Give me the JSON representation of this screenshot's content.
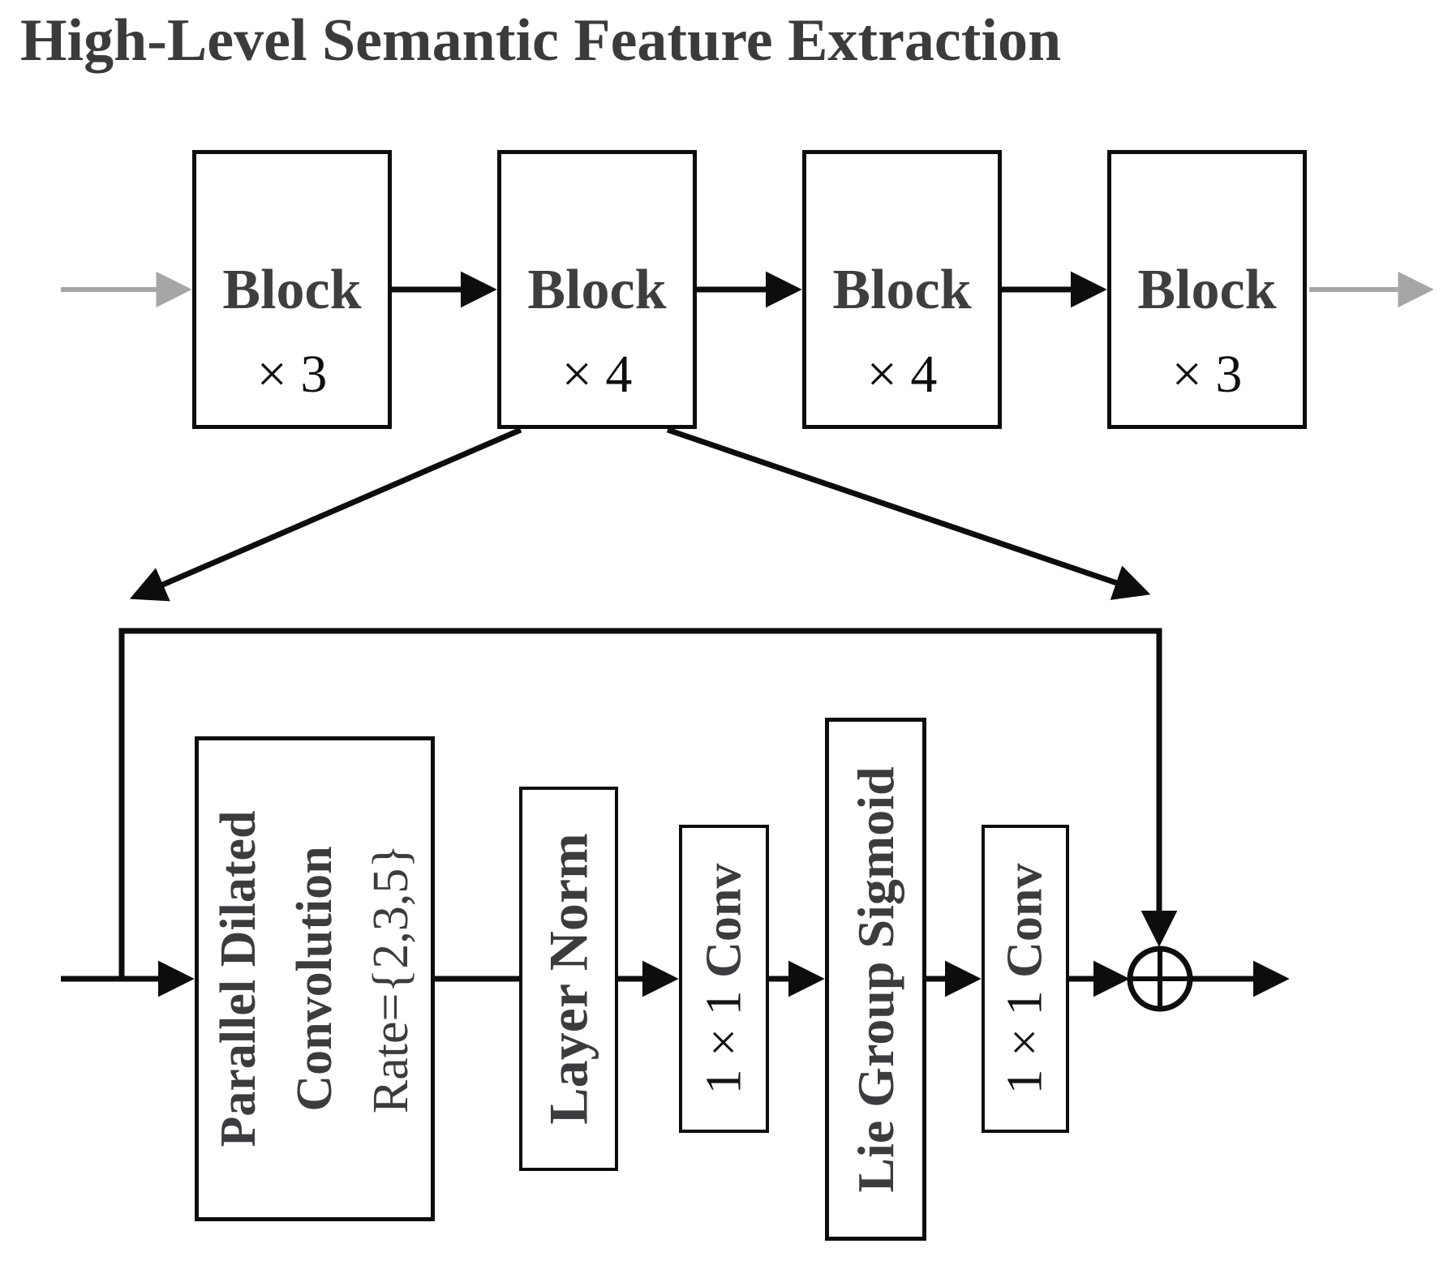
{
  "title": "High-Level Semantic Feature Extraction",
  "colors": {
    "line": "#0d0d0d",
    "gray_arrow": "#a6a6a6",
    "dark_text": "#3c3c3e"
  },
  "pipeline": {
    "blocks": [
      {
        "label": "Block",
        "multiplier": "× 3"
      },
      {
        "label": "Block",
        "multiplier": "× 4"
      },
      {
        "label": "Block",
        "multiplier": "× 4"
      },
      {
        "label": "Block",
        "multiplier": "× 3"
      }
    ]
  },
  "detail": {
    "pdc": {
      "line1": "Parallel Dilated",
      "line2": "Convolution",
      "line3": "Rate={2,3,5}"
    },
    "layer_norm": "Layer Norm",
    "conv_a": {
      "prefix": "1 × 1 ",
      "name": "Conv"
    },
    "lie_group": "Lie Group Sigmoid",
    "conv_b": {
      "prefix": "1 × 1 ",
      "name": "Conv"
    },
    "sum_symbol": "elementwise-add"
  }
}
